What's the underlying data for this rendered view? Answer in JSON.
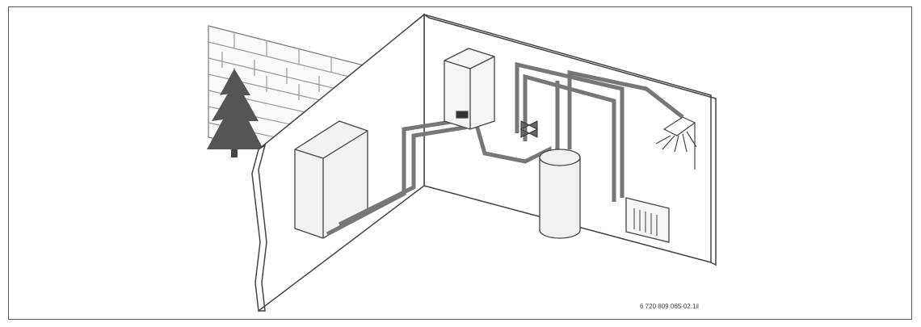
{
  "figure": {
    "reference_code": "6 720 809 065-02.1il",
    "components": [
      "outdoor-tree",
      "brick-wall",
      "heat-pump-outdoor-unit",
      "indoor-control-unit",
      "three-way-valve",
      "hot-water-cylinder",
      "radiator",
      "shower",
      "pipework"
    ]
  }
}
